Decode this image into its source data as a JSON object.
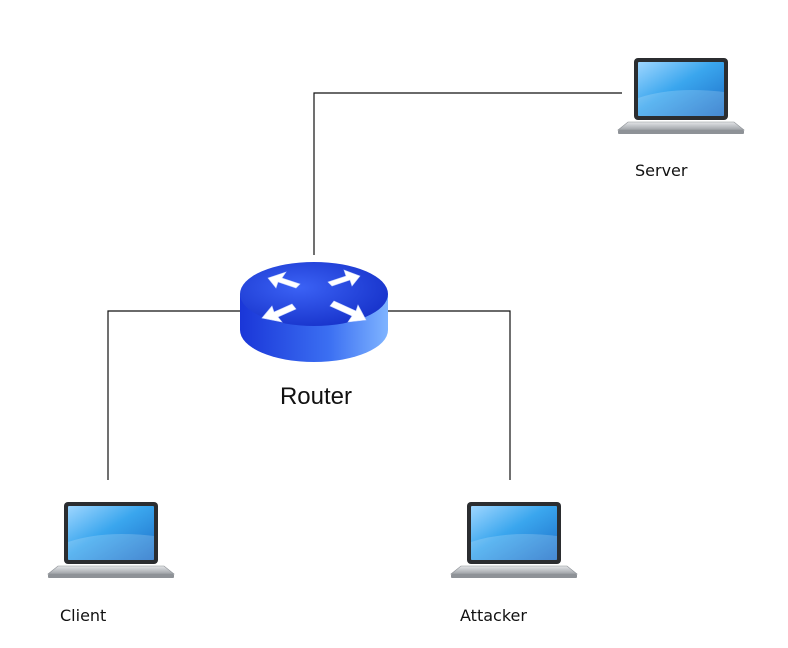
{
  "diagram": {
    "nodes": [
      {
        "id": "router",
        "type": "router",
        "label": "Router"
      },
      {
        "id": "server",
        "type": "laptop",
        "label": "Server"
      },
      {
        "id": "client",
        "type": "laptop",
        "label": "Client"
      },
      {
        "id": "attacker",
        "type": "laptop",
        "label": "Attacker"
      }
    ],
    "edges": [
      {
        "from": "router",
        "to": "server"
      },
      {
        "from": "router",
        "to": "client"
      },
      {
        "from": "router",
        "to": "attacker"
      }
    ]
  },
  "colors": {
    "router_top": "#1f3fe0",
    "router_side": "#2a5cf0",
    "screen": "#2f9ae8",
    "laptop_body": "#b9bcc0"
  }
}
